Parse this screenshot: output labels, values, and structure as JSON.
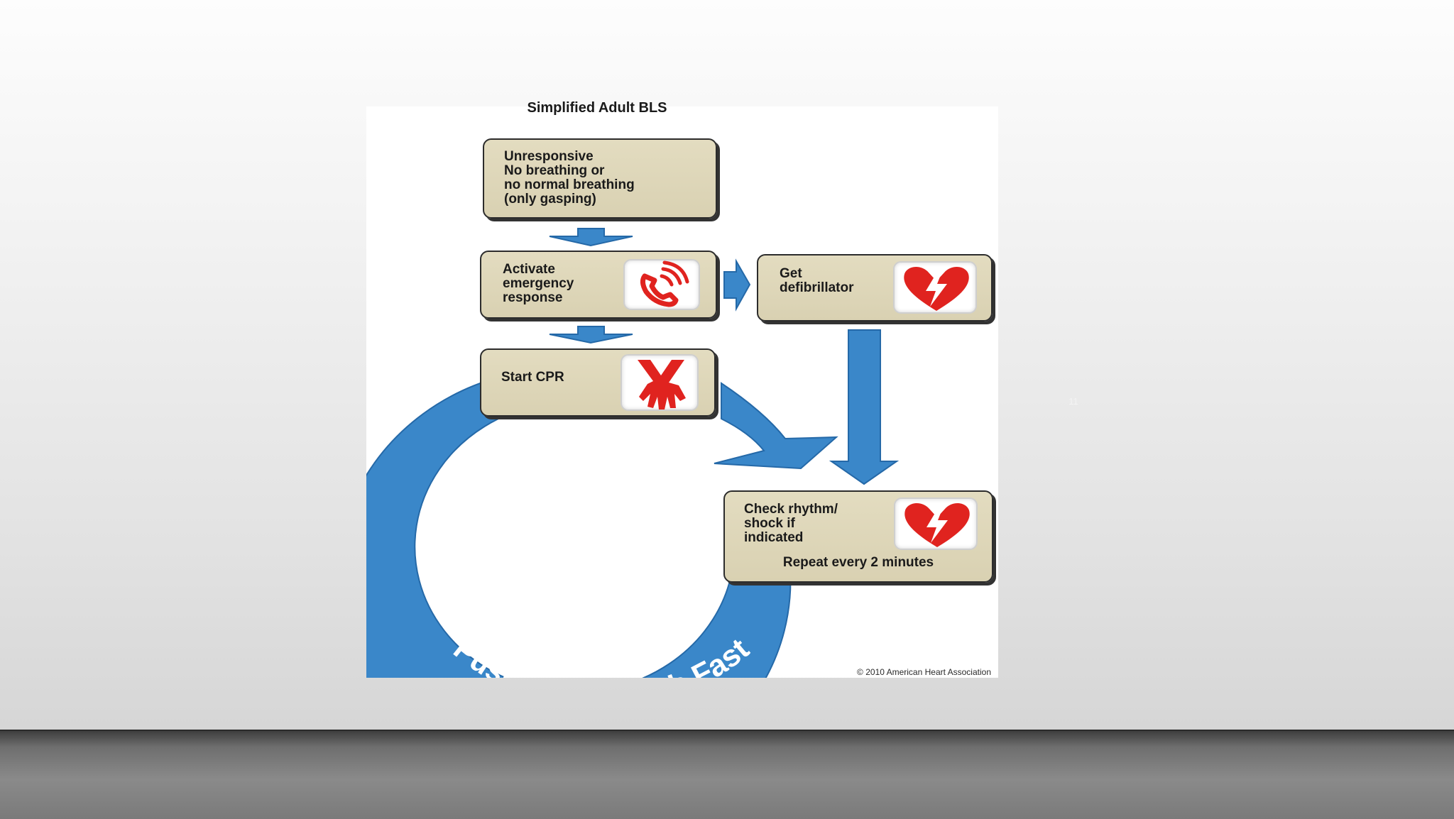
{
  "slide": {
    "number": "11"
  },
  "figure": {
    "title": "Simplified Adult BLS",
    "copyright": "© 2010 American Heart Association",
    "loop_text": "Push Hard • Push Fast",
    "steps": {
      "unresponsive": "Unresponsive\nNo breathing or\nno normal breathing\n(only gasping)",
      "activate": "Activate\nemergency\nresponse",
      "defibrillator": "Get\ndefibrillator",
      "cpr": "Start CPR",
      "check": "Check rhythm/\nshock if\nindicated",
      "repeat": "Repeat every 2 minutes"
    },
    "icons": {
      "activate": "phone-icon",
      "defibrillator": "aed-heart-icon",
      "cpr": "cpr-hands-icon",
      "check": "aed-heart-icon"
    },
    "colors": {
      "arrow_blue": "#3a87c9",
      "box_fill": "#ddd5b6",
      "icon_red": "#e0231f",
      "text": "#1a1a1a"
    }
  }
}
